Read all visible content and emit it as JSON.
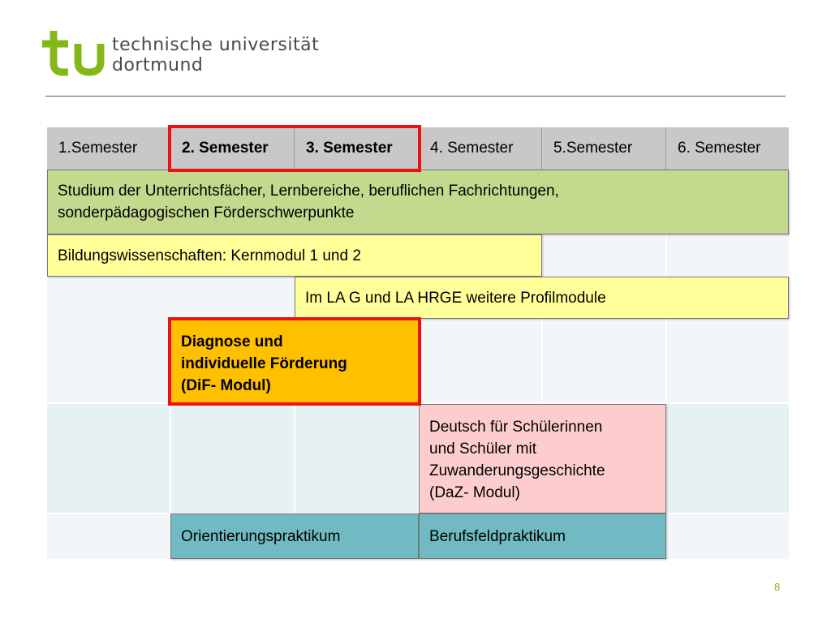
{
  "header": {
    "logo_text": "tu",
    "university_line1": "technische universität",
    "university_line2": "dortmund"
  },
  "semesters": [
    "1.Semester",
    "2. Semester",
    "3. Semester",
    "4. Semester",
    "5.Semester",
    "6. Semester"
  ],
  "rows": {
    "studium": {
      "line1": "Studium der Unterrichtsfächer, Lernbereiche, beruflichen Fachrichtungen,",
      "line2": "sonderpädagogischen Förderschwerpunkte"
    },
    "bildung": "Bildungswissenschaften: Kernmodul 1 und 2",
    "profil": "Im LA G und LA HRGE weitere Profilmodule",
    "dif": [
      "Diagnose und",
      "individuelle Förderung",
      "(DiF- Modul)"
    ],
    "daz": [
      "Deutsch für Schülerinnen",
      "und Schüler mit",
      "Zuwanderungsgeschichte",
      "(DaZ- Modul)"
    ],
    "orientierung": "Orientierungspraktikum",
    "berufsfeld": "Berufsfeldpraktikum"
  },
  "page_number": "8",
  "colors": {
    "logo_green": "#84b819",
    "highlight_red": "#ee1111",
    "header_gray": "#c8c8c8",
    "green": "#c3d98d",
    "yellow": "#ffff99",
    "orange": "#ffc000",
    "pink": "#fdcdcd",
    "teal": "#71bac3"
  }
}
